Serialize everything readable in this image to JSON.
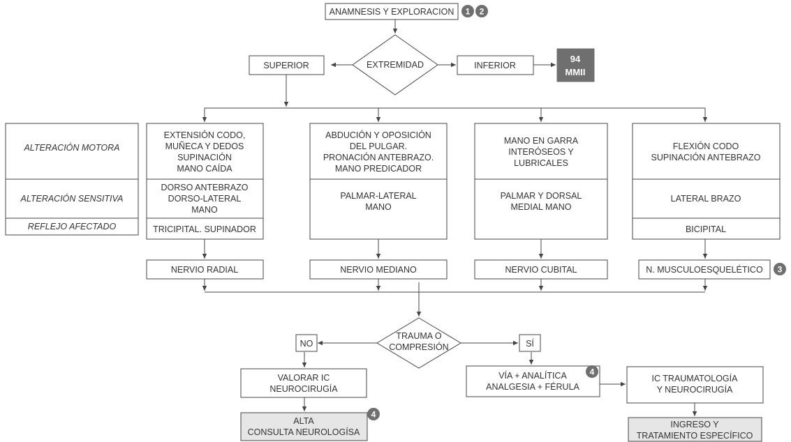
{
  "top": {
    "anamnesis": "ANAMNESIS Y EXPLORACION",
    "badges": [
      "1",
      "2"
    ]
  },
  "extremity": {
    "decision": "EXTREMIDAD",
    "superior": "SUPERIOR",
    "inferior": "INFERIOR",
    "ref_number": "94",
    "ref_label": "MMII"
  },
  "row_labels": {
    "motor": "ALTERACIÓN MOTORA",
    "sensory": "ALTERACIÓN SENSITIVA",
    "reflex": "REFLEJO AFECTADO"
  },
  "nerves": {
    "radial": {
      "motor": [
        "EXTENSIÓN CODO,",
        "MUÑECA Y DEDOS",
        "SUPINACIÓN",
        "MANO CAÍDA"
      ],
      "sensory": [
        "DORSO ANTEBRAZO",
        "DORSO-LATERAL",
        "MANO"
      ],
      "reflex": "TRICIPITAL. SUPINADOR",
      "name": "NERVIO RADIAL"
    },
    "median": {
      "motor": [
        "ABDUCIÓN Y OPOSICIÓN",
        "DEL PULGAR.",
        "PRONACIÓN ANTEBRAZO.",
        "MANO PREDICADOR"
      ],
      "sensory": [
        "PALMAR-LATERAL",
        "MANO"
      ],
      "name": "NERVIO MEDIANO"
    },
    "ulnar": {
      "motor": [
        "MANO EN GARRA",
        "INTERÓSEOS Y",
        "LUBRICALES"
      ],
      "sensory": [
        "PALMAR Y DORSAL",
        "MEDIAL MANO"
      ],
      "name": "NERVIO CUBITAL"
    },
    "musculo": {
      "motor": [
        "FLEXIÓN CODO",
        "SUPINACIÓN ANTEBRAZO"
      ],
      "sensory": "LATERAL BRAZO",
      "reflex": "BICIPITAL",
      "name": "N. MUSCULOESQUELÉTICO",
      "badge": "3"
    }
  },
  "trauma": {
    "decision": [
      "TRAUMA O",
      "COMPRESIÓN"
    ],
    "no": "NO",
    "yes": "SÍ"
  },
  "no_branch": {
    "assess": [
      "VALORAR IC",
      "NEUROCIRUGÍA"
    ],
    "discharge": [
      "ALTA",
      "CONSULTA NEUROLOGÍSA"
    ],
    "badge": "4"
  },
  "yes_branch": {
    "workup": [
      "VÍA + ANALÍTICA",
      "ANALGESIA + FÉRULA"
    ],
    "badge": "4",
    "consult": [
      "IC TRAUMATOLOGÍA",
      "Y NEUROCIRUGÍA"
    ],
    "admit": [
      "INGRESO Y",
      "TRATAMIENTO ESPECÍFICO"
    ]
  },
  "colors": {
    "stroke": "#444444",
    "text": "#333333",
    "badge": "#6f6f6f",
    "highlight_fill": "#e6e6e6"
  }
}
